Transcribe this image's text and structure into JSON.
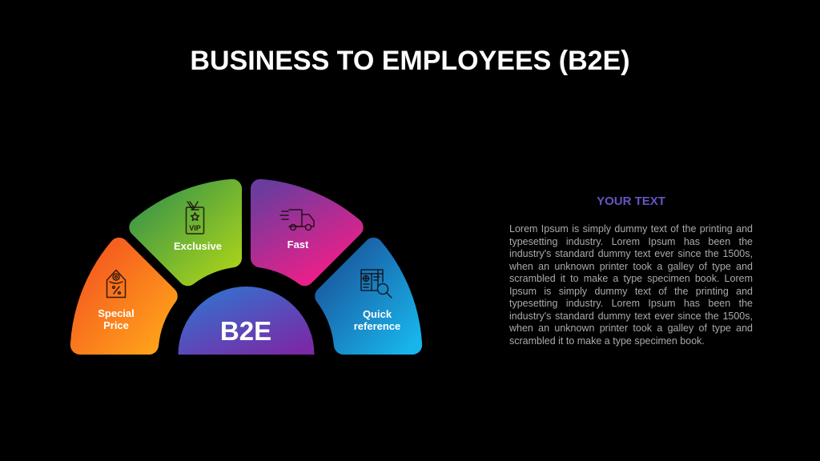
{
  "title": "BUSINESS TO EMPLOYEES (B2E)",
  "diagram": {
    "center": {
      "label": "B2E",
      "color_start": "#2a7ad4",
      "color_end": "#7a2aa6"
    },
    "segments": [
      {
        "label_line1": "Special",
        "label_line2": "Price",
        "icon": "price-tag-percent-icon",
        "color_start": "#f4511f",
        "color_end": "#ffa51a"
      },
      {
        "label": "Exclusive",
        "icon": "vip-badge-icon",
        "icon_text": "VIP",
        "color_start": "#34924a",
        "color_end": "#aad31a"
      },
      {
        "label": "Fast",
        "icon": "delivery-truck-icon",
        "color_start": "#6a3c9e",
        "color_end": "#e8208a"
      },
      {
        "label_line1": "Quick",
        "label_line2": "reference",
        "icon": "document-search-icon",
        "color_start": "#1a4f98",
        "color_end": "#18b4ea"
      }
    ]
  },
  "text_panel": {
    "heading": "YOUR TEXT",
    "heading_color": "#6655c4",
    "body": "Lorem Ipsum is simply dummy text of the printing and typesetting industry. Lorem Ipsum has been the industry's standard dummy text ever since the 1500s, when an unknown printer took a galley of type and scrambled it to make a type specimen book. Lorem Ipsum is simply dummy text of the printing and typesetting industry. Lorem Ipsum has been the industry's standard dummy text ever since the 1500s, when an unknown printer took a galley of type and scrambled it to make a type specimen book."
  }
}
